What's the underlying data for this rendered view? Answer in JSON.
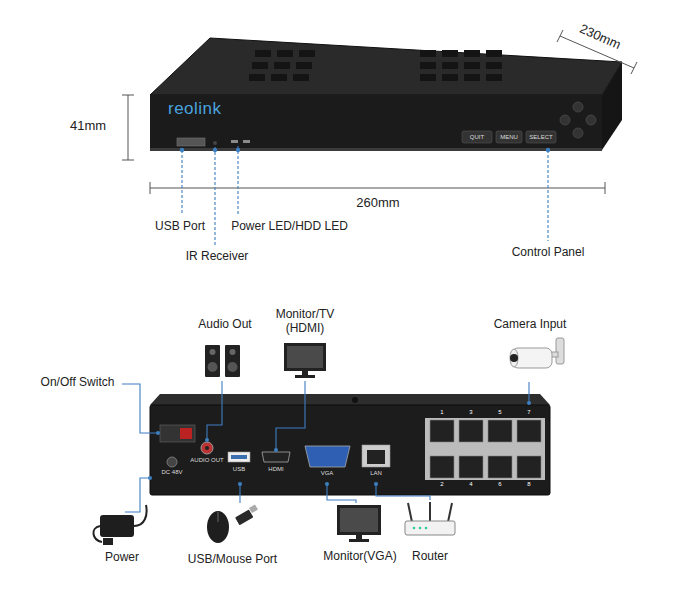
{
  "diagram": {
    "labels": [
      "230mm",
      "41mm",
      "reolink",
      "QUIT",
      "MENU",
      "SELECT",
      "260mm",
      "USB Port",
      "IR Receiver",
      "Power LED/HDD LED",
      "Control Panel",
      "Audio Out",
      "Monitor/TV (HDMI)",
      "Camera Input",
      "On/Off Switch",
      "DC 48V",
      "AUDIO OUT",
      "USB",
      "HDMI",
      "VGA",
      "LAN",
      "1",
      "3",
      "5",
      "7",
      "2",
      "4",
      "6",
      "8",
      "Power",
      "USB/Mouse Port",
      "Monitor(VGA)",
      "Router"
    ]
  }
}
